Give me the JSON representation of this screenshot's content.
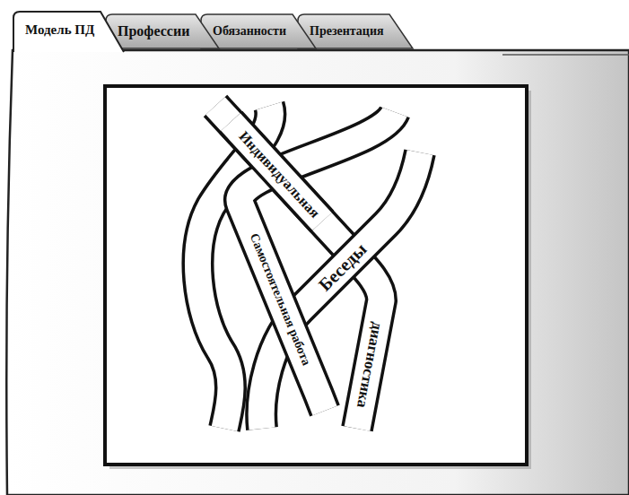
{
  "diagram": {
    "nodes": [
      {
        "text": [
          "Модель ПД"
        ]
      },
      {
        "text": [
          "Профессии"
        ]
      },
      {
        "text": [
          "Обязанности"
        ]
      },
      {
        "text": [
          "Презентация"
        ]
      },
      {
        "text": [
          "Индивидуальная"
        ]
      },
      {
        "text": [
          "Беседы"
        ]
      },
      {
        "text": [
          "Самостоятельная работа"
        ]
      },
      {
        "text": [
          "диагностика"
        ]
      }
    ]
  }
}
